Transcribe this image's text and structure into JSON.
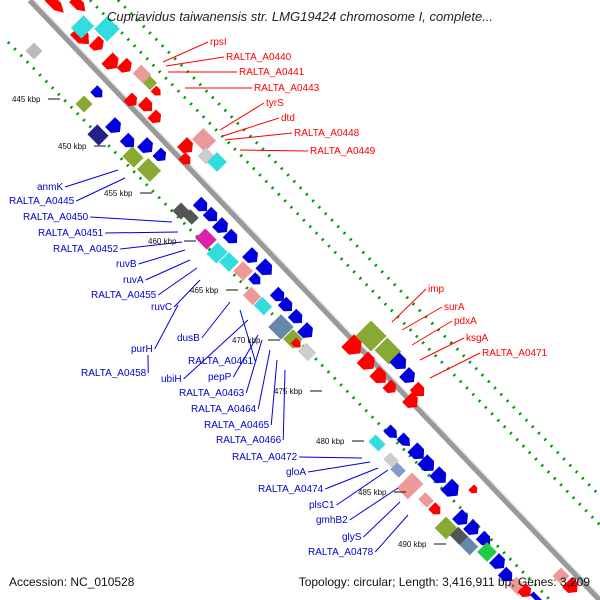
{
  "title": "Cupriavidus taiwanensis str. LMG19424 chromosome I, complete...",
  "footer": {
    "accession": "Accession: NC_010528",
    "topology": "Topology: circular; Length: 3,416,911 bp; Genes: 3,209"
  },
  "colors": {
    "forward_strand": "#ff0000",
    "reverse_strand": "#0000dd",
    "backbone": "#999999",
    "tick": "#009900",
    "cog_cyan": "#33dddd",
    "cog_olive": "#88aa33",
    "cog_pink": "#ee9999",
    "cog_magenta": "#dd22aa"
  },
  "scale_labels": [
    "445 kbp",
    "450 kbp",
    "455 kbp",
    "460 kbp",
    "465 kbp",
    "470 kbp",
    "475 kbp",
    "480 kbp",
    "485 kbp",
    "490 kbp"
  ],
  "red_genes": [
    "rpsI",
    "RALTA_A0440",
    "RALTA_A0441",
    "RALTA_A0443",
    "tyrS",
    "dtd",
    "RALTA_A0448",
    "RALTA_A0449",
    "imp",
    "surA",
    "pdxA",
    "ksgA",
    "RALTA_A0471"
  ],
  "blue_genes": [
    "anmK",
    "RALTA_A0445",
    "RALTA_A0450",
    "RALTA_A0451",
    "RALTA_A0452",
    "ruvB",
    "ruvA",
    "RALTA_A0455",
    "ruvC",
    "dusB",
    "purH",
    "RALTA_A0461",
    "RALTA_A0458",
    "ubiH",
    "pepP",
    "RALTA_A0463",
    "RALTA_A0464",
    "RALTA_A0465",
    "RALTA_A0466",
    "RALTA_A0472",
    "gloA",
    "RALTA_A0474",
    "plsC1",
    "gmhB2",
    "glyS",
    "RALTA_A0478"
  ]
}
